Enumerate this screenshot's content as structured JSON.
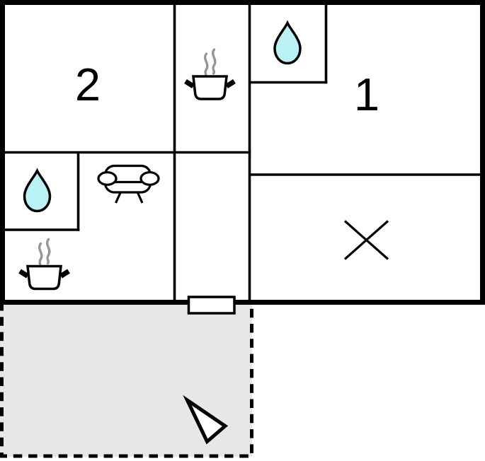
{
  "rooms": {
    "room1": {
      "label": "1"
    },
    "room2": {
      "label": "2"
    }
  },
  "colors": {
    "wall": "#000000",
    "background": "#ffffff",
    "terrace_fill": "#e7e7e7",
    "water_drop_fill": "#b9f1f4",
    "steam": "#969696",
    "door_fill": "#ffffff",
    "arrow_fill": "#ffffff"
  },
  "icons": {
    "water_drop": "water-drop-icon",
    "cooking_pot": "cooking-pot-icon",
    "steam": "steam-icon",
    "sofa": "sofa-icon",
    "x_mark": "x-mark-icon",
    "north_arrow": "north-arrow-icon",
    "door": "door-marker"
  }
}
